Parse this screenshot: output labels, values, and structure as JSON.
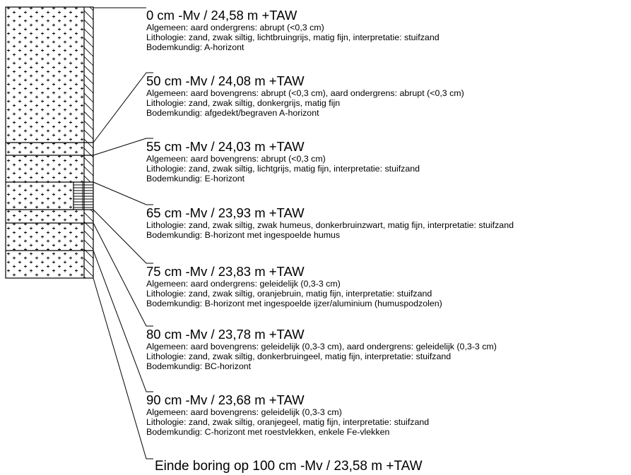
{
  "layers": [
    {
      "heading": "0 cm -Mv / 24,58 m +TAW",
      "lines": [
        "Algemeen: aard ondergrens: abrupt (<0,3 cm)",
        "Lithologie: zand, zwak siltig, lichtbruingrijs, matig fijn, interpretatie: stuifzand",
        "Bodemkundig: A-horizont"
      ]
    },
    {
      "heading": "50 cm -Mv / 24,08 m +TAW",
      "lines": [
        "Algemeen: aard bovengrens: abrupt (<0,3 cm), aard ondergrens: abrupt (<0,3 cm)",
        "Lithologie: zand, zwak siltig, donkergrijs, matig fijn",
        "Bodemkundig: afgedekt/begraven A-horizont"
      ]
    },
    {
      "heading": "55 cm -Mv / 24,03 m +TAW",
      "lines": [
        "Algemeen: aard bovengrens: abrupt (<0,3 cm)",
        "Lithologie: zand, zwak siltig, lichtgrijs, matig fijn, interpretatie: stuifzand",
        "Bodemkundig: E-horizont"
      ]
    },
    {
      "heading": "65 cm -Mv / 23,93 m +TAW",
      "lines": [
        "Lithologie: zand, zwak siltig, zwak humeus, donkerbruinzwart, matig fijn, interpretatie: stuifzand",
        "Bodemkundig: B-horizont met ingespoelde humus"
      ]
    },
    {
      "heading": "75 cm -Mv / 23,83 m +TAW",
      "lines": [
        "Algemeen: aard ondergrens: geleidelijk (0,3-3 cm)",
        "Lithologie: zand, zwak siltig, oranjebruin, matig fijn, interpretatie: stuifzand",
        "Bodemkundig: B-horizont met ingespoelde ijzer/aluminium (humuspodzolen)"
      ]
    },
    {
      "heading": "80 cm -Mv / 23,78 m +TAW",
      "lines": [
        "Algemeen: aard bovengrens: geleidelijk (0,3-3 cm), aard ondergrens: geleidelijk (0,3-3 cm)",
        "Lithologie: zand, zwak siltig, donkerbruingeel, matig fijn, interpretatie: stuifzand",
        "Bodemkundig: BC-horizont"
      ]
    },
    {
      "heading": "90 cm -Mv / 23,68 m +TAW",
      "lines": [
        "Algemeen: aard bovengrens: geleidelijk (0,3-3 cm)",
        "Lithologie: zand, zwak siltig, oranjegeel, matig fijn, interpretatie: stuifzand",
        "Bodemkundig: C-horizont met roestvlekken, enkele Fe-vlekken"
      ]
    }
  ],
  "end_label": "Einde boring op 100 cm -Mv / 23,58 m +TAW",
  "colors": {
    "line": "#000000",
    "background": "#ffffff"
  }
}
